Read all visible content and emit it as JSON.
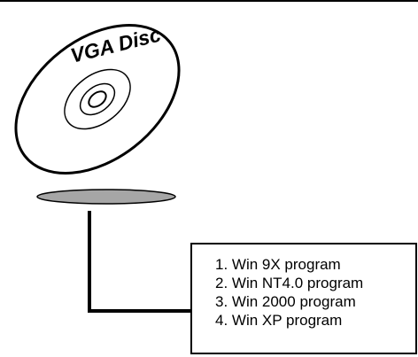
{
  "disc": {
    "label": "VGA Disc"
  },
  "programs": [
    "1. Win 9X program",
    "2. Win NT4.0 program",
    "3. Win 2000 program",
    "4. Win XP program"
  ],
  "colors": {
    "line": "#000000",
    "disc_shadow": "#a6a6a6",
    "background": "#ffffff"
  }
}
